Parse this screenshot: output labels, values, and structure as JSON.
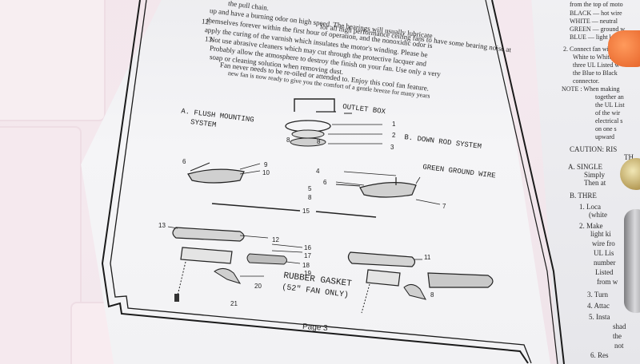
{
  "instructions": {
    "line_top": "for all high performance ceiling fans to have some bearing noise at",
    "line_1": "up and have a burning odor on high speed. The bearings will usually lubricate",
    "line_2": "themselves forever within the first hour of operation, and the nonoxidic odor is",
    "line_3": "apply the curing of the varnish which insulates the motor's winding. Please be",
    "line_4": "Not use abrasive cleaners which may cut through the protective lacquer and",
    "line_5": "Probably allow the atmosphere to destroy the finish on your fan. Use only a very",
    "line_6": "soap or cleaning solution when removing dust.",
    "line_7": "Fan never needs to be re-oiled or attended to. Enjoy this cool fan feature.",
    "line_8": "new fan is now ready to give you the comfort of a gentle breeze for many years",
    "item_12": "12.",
    "item_13": "13.",
    "pull_chain": "the pull chain."
  },
  "diagram": {
    "outlet_box": "OUTLET BOX",
    "flush_mounting": "A. FLUSH MOUNTING",
    "system": "SYSTEM",
    "down_rod": "B. DOWN ROD SYSTEM",
    "green_ground_wire": "GREEN GROUND WIRE",
    "rubber_gasket": "RUBBER GASKET",
    "fan_only": "(52\" FAN ONLY)",
    "numbers": [
      "1",
      "2",
      "3",
      "4",
      "5",
      "6",
      "7",
      "8",
      "9",
      "10",
      "11",
      "12",
      "13",
      "15",
      "16",
      "17",
      "18",
      "19",
      "20",
      "21",
      "6",
      "8",
      "8",
      "8"
    ]
  },
  "page_label": "Page 3",
  "right_page": {
    "lines": [
      "from the top of moto",
      "BLACK — hot wire",
      "WHITE — neutral",
      "GREEN — ground w",
      "BLUE — light kit",
      "2. Connect fan wires t",
      "White to White, E",
      "three UL Listed w",
      "the Blue to Black",
      "connector.",
      "NOTE : When making",
      "together an",
      "the UL List",
      "of the wir",
      "electrical s",
      "on one s",
      "upward",
      "CAUTION: RIS",
      "TH",
      "A. SINGLE",
      "Simply",
      "Then at",
      "B. THRE",
      "1. Loca",
      "(white",
      "2. Make",
      "light ki",
      "wire fro",
      "UL Lis",
      "number",
      "Listed",
      "from w",
      "3. Turn",
      "4. Attac",
      "5. Insta",
      "shad",
      "the",
      "not",
      "6. Res"
    ]
  }
}
